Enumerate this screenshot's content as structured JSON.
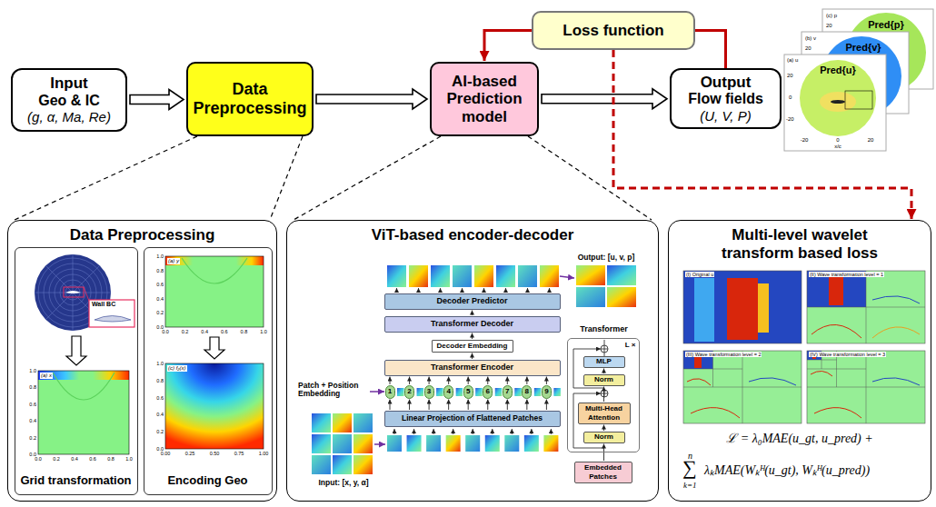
{
  "diagram": {
    "nodes": [
      {
        "text": [
          "Input",
          "Geo & IC",
          "(g, α, Ma, Re)"
        ]
      },
      {
        "text": [
          "Data Preprocessing"
        ]
      },
      {
        "text": [
          "AI-based Prediction model"
        ]
      },
      {
        "text": [
          "Loss function"
        ]
      },
      {
        "text": [
          "Output",
          "Flow fields",
          "(U, V, P)"
        ]
      },
      {
        "text": [
          "Data Preprocessing"
        ]
      },
      {
        "text": [
          "Grid transformation"
        ],
        "in": 5
      },
      {
        "text": [
          "Encoding Geo"
        ],
        "in": 5
      },
      {
        "text": [
          "ViT-based encoder-decoder"
        ]
      },
      {
        "text": [
          "Decoder Predictor"
        ],
        "in": 8
      },
      {
        "text": [
          "Transformer Decoder"
        ],
        "in": 8
      },
      {
        "text": [
          "Decoder Embedding"
        ],
        "in": 8
      },
      {
        "text": [
          "Transformer Encoder"
        ],
        "in": 8
      },
      {
        "text": [
          "1"
        ],
        "in": 8
      },
      {
        "text": [
          "2"
        ],
        "in": 8
      },
      {
        "text": [
          "3"
        ],
        "in": 8
      },
      {
        "text": [
          "4"
        ],
        "in": 8
      },
      {
        "text": [
          "5"
        ],
        "in": 8
      },
      {
        "text": [
          "6"
        ],
        "in": 8
      },
      {
        "text": [
          "7"
        ],
        "in": 8
      },
      {
        "text": [
          "8"
        ],
        "in": 8
      },
      {
        "text": [
          "9"
        ],
        "in": 8
      },
      {
        "text": [
          "Linear Projection of Flattened Patches"
        ],
        "in": 8
      },
      {
        "text": [
          "Transformer",
          "L ×"
        ],
        "in": 8
      },
      {
        "text": [
          "MLP"
        ],
        "in": 23
      },
      {
        "text": [
          "Norm"
        ],
        "in": 23
      },
      {
        "text": [
          "Multi-Head Attention"
        ],
        "in": 23
      },
      {
        "text": [
          "Norm"
        ],
        "in": 23
      },
      {
        "text": [
          "Embedded Patches"
        ],
        "in": 8
      },
      {
        "text": [
          "Multi-level wavelet transform based loss"
        ]
      }
    ],
    "edges": [
      {
        "from": 0,
        "to": 1,
        "arrow": "to"
      },
      {
        "from": 1,
        "to": 2,
        "arrow": "to"
      },
      {
        "from": 2,
        "to": 4,
        "arrow": "to"
      },
      {
        "from": 4,
        "to": 3,
        "arrow": "none"
      },
      {
        "from": 3,
        "to": 2,
        "arrow": "to"
      },
      {
        "from": 3,
        "to": 29,
        "arrow": "to"
      },
      {
        "from": 1,
        "to": 5,
        "arrow": "none"
      },
      {
        "from": 2,
        "to": 8,
        "arrow": "none"
      },
      {
        "from": 22,
        "to": 13,
        "arrow": "to"
      },
      {
        "from": 22,
        "to": 14,
        "arrow": "to"
      },
      {
        "from": 22,
        "to": 15,
        "arrow": "to"
      },
      {
        "from": 22,
        "to": 16,
        "arrow": "to"
      },
      {
        "from": 22,
        "to": 17,
        "arrow": "to"
      },
      {
        "from": 22,
        "to": 18,
        "arrow": "to"
      },
      {
        "from": 22,
        "to": 19,
        "arrow": "to"
      },
      {
        "from": 22,
        "to": 20,
        "arrow": "to"
      },
      {
        "from": 22,
        "to": 21,
        "arrow": "to"
      },
      {
        "from": 13,
        "to": 12,
        "arrow": "to"
      },
      {
        "from": 14,
        "to": 12,
        "arrow": "to"
      },
      {
        "from": 15,
        "to": 12,
        "arrow": "to"
      },
      {
        "from": 16,
        "to": 12,
        "arrow": "to"
      },
      {
        "from": 17,
        "to": 12,
        "arrow": "to"
      },
      {
        "from": 18,
        "to": 12,
        "arrow": "to"
      },
      {
        "from": 19,
        "to": 12,
        "arrow": "to"
      },
      {
        "from": 20,
        "to": 12,
        "arrow": "to"
      },
      {
        "from": 21,
        "to": 12,
        "arrow": "to"
      },
      {
        "from": 12,
        "to": 11,
        "arrow": "to"
      },
      {
        "from": 11,
        "to": 10,
        "arrow": "to"
      },
      {
        "from": 10,
        "to": 9,
        "arrow": "to"
      },
      {
        "from": 28,
        "to": 27,
        "arrow": "to"
      },
      {
        "from": 27,
        "to": 26,
        "arrow": "to"
      },
      {
        "from": 26,
        "to": 25,
        "arrow": "to"
      },
      {
        "from": 25,
        "to": 24,
        "arrow": "to"
      }
    ],
    "labels": [
      "Pred{p}",
      "(c) p",
      "20",
      "Pred{v}",
      "(b) v",
      "20",
      "Pred{u}",
      "(a) u",
      "20",
      "0",
      "-20",
      "-20",
      "0",
      "20",
      "x/c",
      "Wall BC",
      "(a) x",
      "1.0",
      "0.8",
      "0.6",
      "0.4",
      "0.2",
      "0.0",
      "0.0",
      "0.2",
      "0.4",
      "0.6",
      "0.8",
      "1.0",
      "(a) y",
      "1.0",
      "0.8",
      "0.6",
      "0.4",
      "0.2",
      "0.0",
      "0.0",
      "0.2",
      "0.4",
      "0.6",
      "0.8",
      "1.0",
      "(c) f₂(x)",
      "1.0",
      "0.8",
      "0.6",
      "0.4",
      "0.2",
      "0.0",
      "0.00",
      "0.25",
      "0.50",
      "0.75",
      "1.00",
      "Patch + Position Embedding",
      "Input: [x, y, α]",
      "Output: [u, v, p]",
      "(I) Original u",
      "(II) Wave transformation level = 1",
      "(III) Wave transformation level = 2",
      "(IV) Wave transformation level = 3",
      "ℒ = λ₀MAE(u_gt, u_pred) +",
      "n",
      "∑",
      "λₖMAE(Wₖᴴ(u_gt), Wₖᴴ(u_pred))",
      "k=1"
    ]
  }
}
